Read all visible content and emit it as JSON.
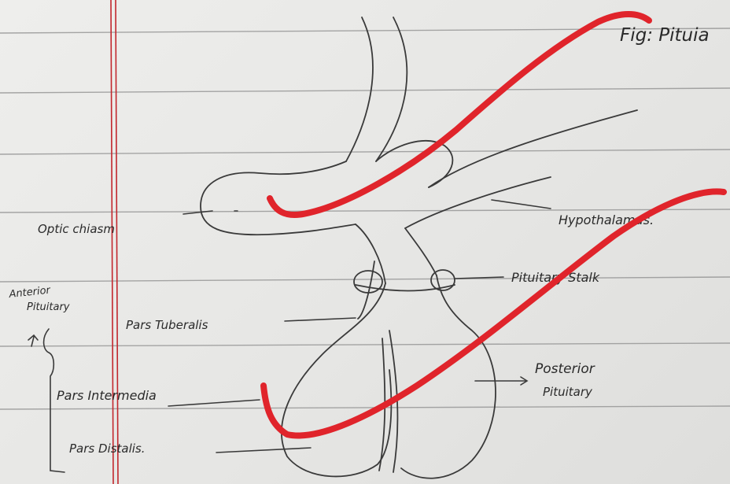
{
  "figure": {
    "title": "Fig: Pituia"
  },
  "labels": {
    "optic_chiasm": "Optic chiasm",
    "hypothalamus": "Hypothalamus.",
    "pituitary_stalk": "Pituitary Stalk",
    "anterior_pituitary_line1": "Anterior",
    "anterior_pituitary_line2": "Pituitary",
    "pars_tuberalis": "Pars Tuberalis",
    "pars_intermedia": "Pars Intermedia",
    "pars_distalis": "Pars Distalis.",
    "posterior_pituitary_line1": "Posterior",
    "posterior_pituitary_line2": "Pituitary"
  },
  "colors": {
    "paper": "#eeeeec",
    "rule_line": "#8c8c8c",
    "margin_line": "#c2272d",
    "pencil": "#3a3a3a",
    "strike_mark": "#e0242b"
  }
}
